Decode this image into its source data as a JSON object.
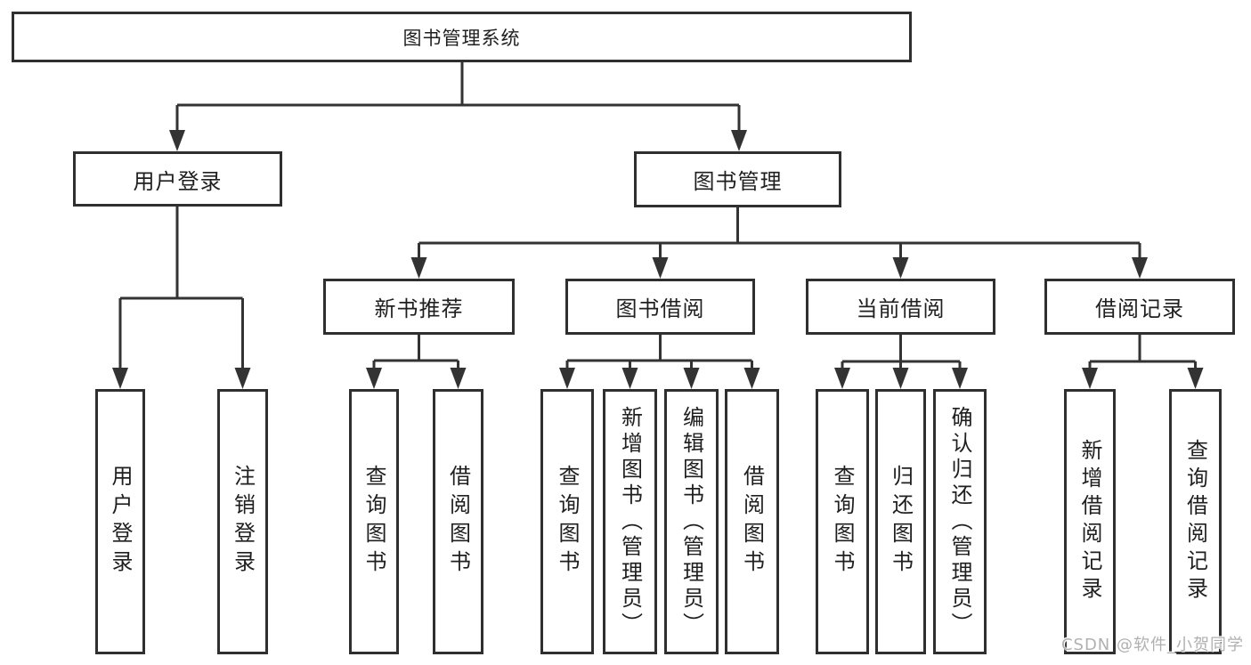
{
  "colors": {
    "background": "#ffffff",
    "box_border": "#2f2f2f",
    "connector_line": "#333333",
    "text": "#1f1f1f",
    "watermark_text": "#b0b0b0"
  },
  "watermark": "CSDN @软件_小贺同学",
  "root": {
    "label": "图书管理系统"
  },
  "branches": [
    {
      "label": "用户登录",
      "children": [
        {
          "label": "用户登录"
        },
        {
          "label": "注销登录"
        }
      ]
    },
    {
      "label": "图书管理",
      "children": [
        {
          "label": "新书推荐",
          "children": [
            {
              "label": "查询图书"
            },
            {
              "label": "借阅图书"
            }
          ]
        },
        {
          "label": "图书借阅",
          "children": [
            {
              "label": "查询图书"
            },
            {
              "label": "新增图书（管理员）"
            },
            {
              "label": "编辑图书（管理员）"
            },
            {
              "label": "借阅图书"
            }
          ]
        },
        {
          "label": "当前借阅",
          "children": [
            {
              "label": "查询图书"
            },
            {
              "label": "归还图书"
            },
            {
              "label": "确认归还（管理员）"
            }
          ]
        },
        {
          "label": "借阅记录",
          "children": [
            {
              "label": "新增借阅记录"
            },
            {
              "label": "查询借阅记录"
            }
          ]
        }
      ]
    }
  ]
}
